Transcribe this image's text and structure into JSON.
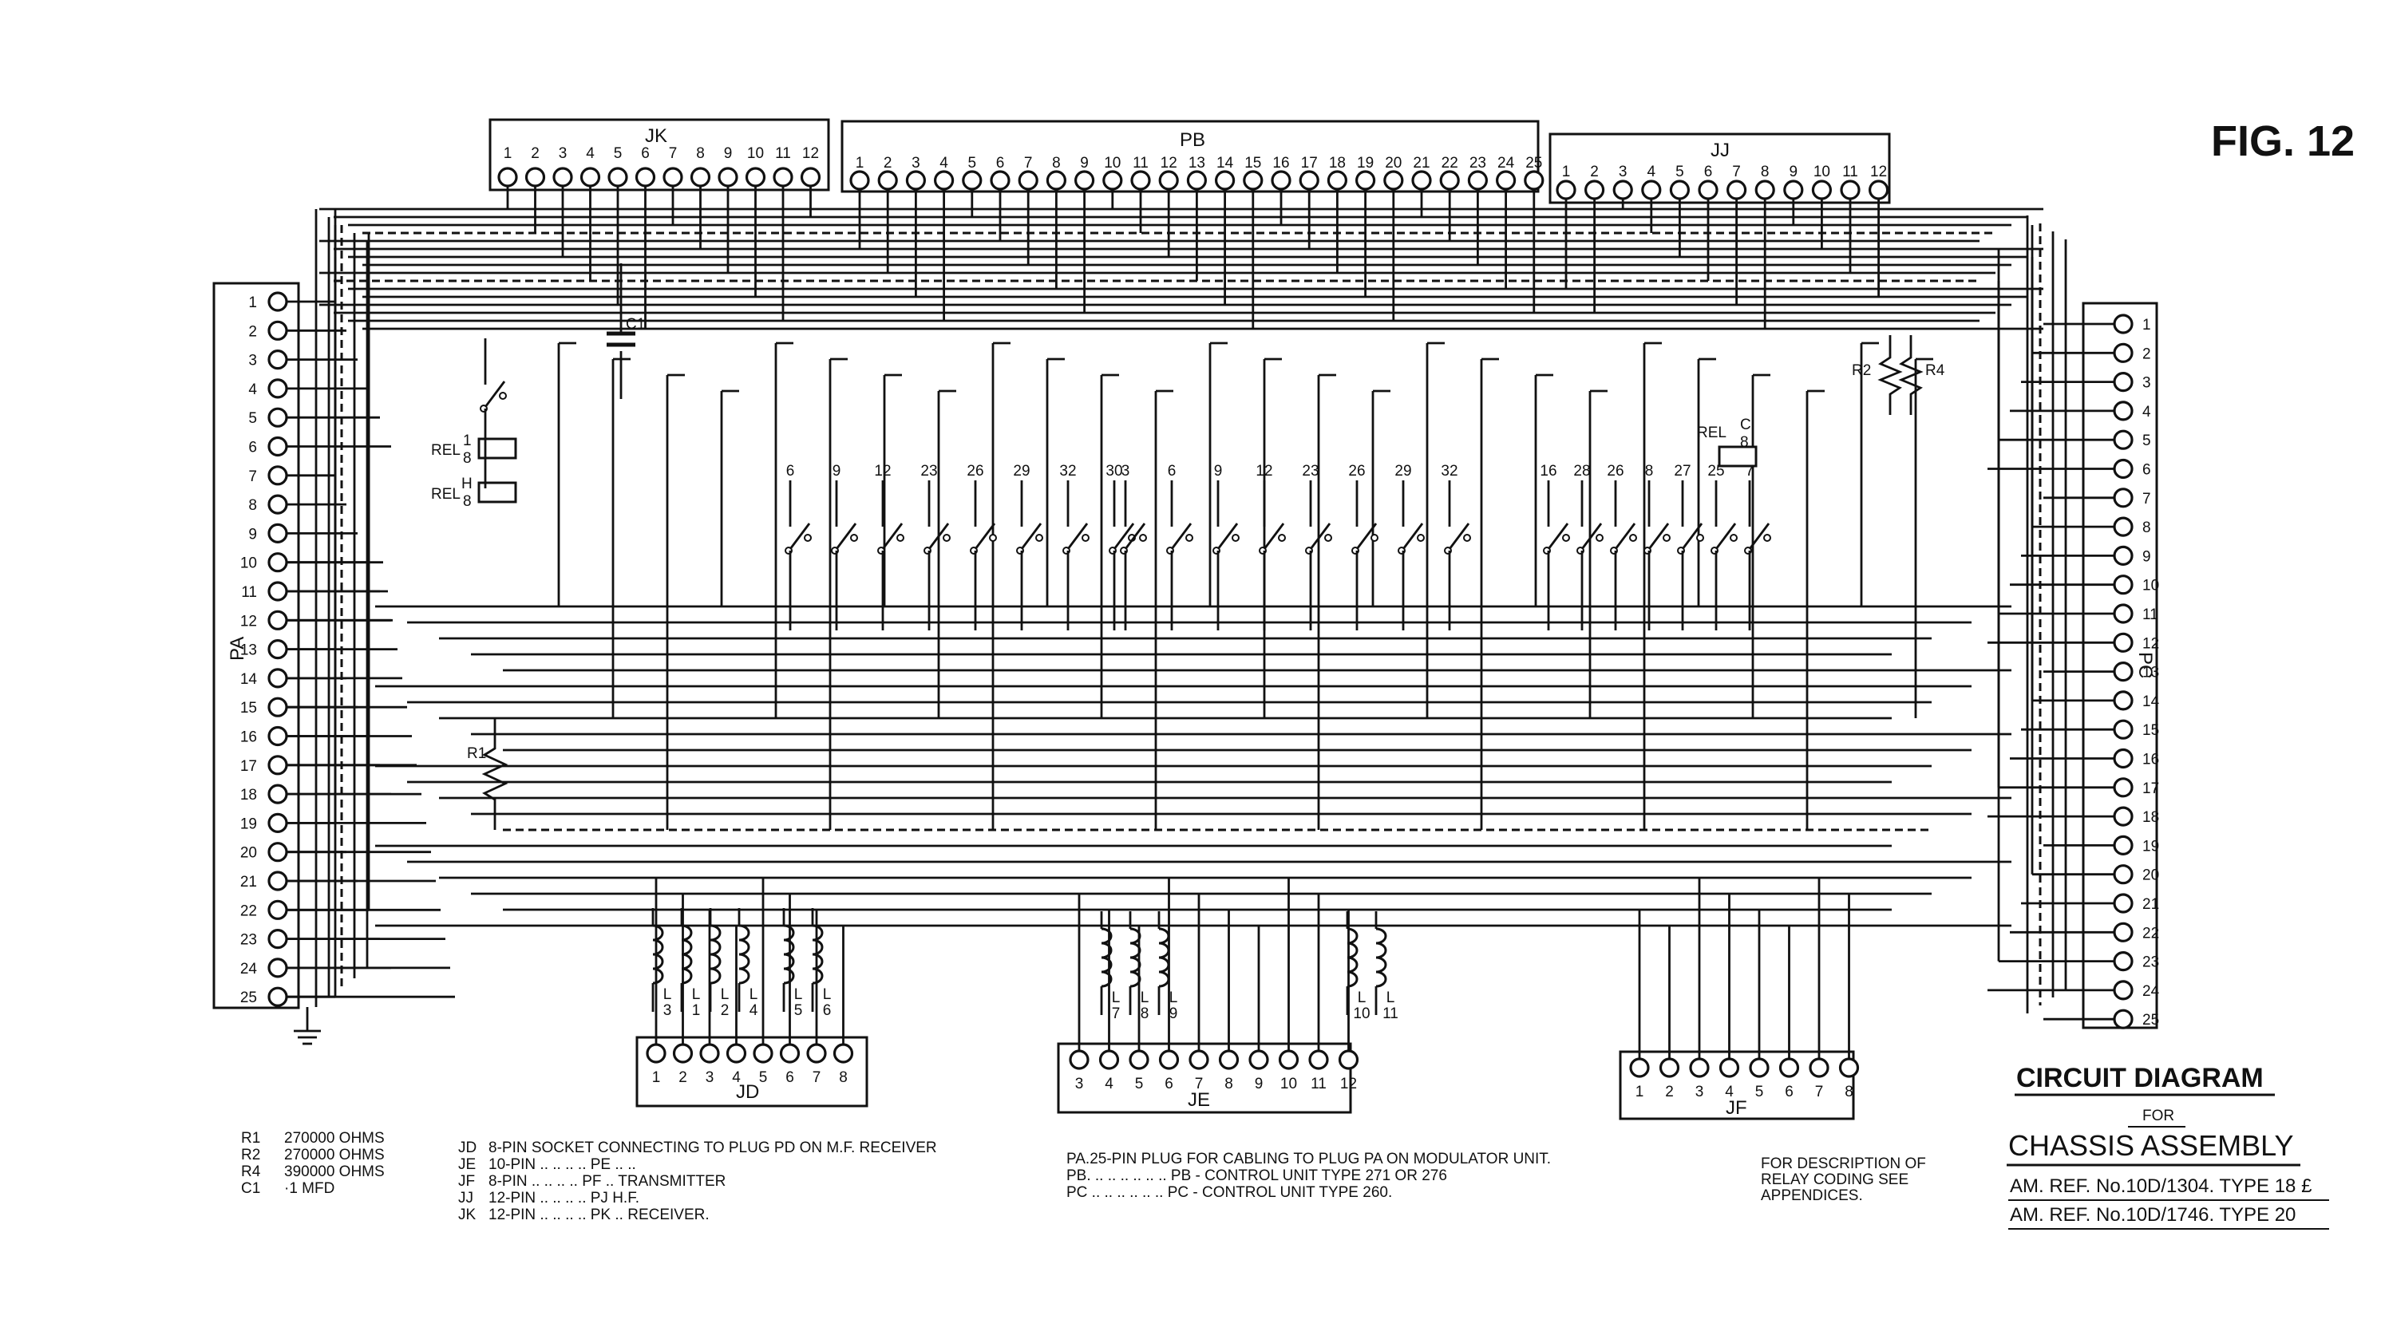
{
  "fig_label": "FIG. 12",
  "connectors": {
    "JK": {
      "name": "JK",
      "pins": [
        "1",
        "2",
        "3",
        "4",
        "5",
        "6",
        "7",
        "8",
        "9",
        "10",
        "11",
        "12"
      ]
    },
    "PB": {
      "name": "PB",
      "pins": [
        "1",
        "2",
        "3",
        "4",
        "5",
        "6",
        "7",
        "8",
        "9",
        "10",
        "11",
        "12",
        "13",
        "14",
        "15",
        "16",
        "17",
        "18",
        "19",
        "20",
        "21",
        "22",
        "23",
        "24",
        "25"
      ]
    },
    "JJ": {
      "name": "JJ",
      "pins": [
        "1",
        "2",
        "3",
        "4",
        "5",
        "6",
        "7",
        "8",
        "9",
        "10",
        "11",
        "12"
      ]
    },
    "PA": {
      "name": "PA",
      "pins": [
        "1",
        "2",
        "3",
        "4",
        "5",
        "6",
        "7",
        "8",
        "9",
        "10",
        "11",
        "12",
        "13",
        "14",
        "15",
        "16",
        "17",
        "18",
        "19",
        "20",
        "21",
        "22",
        "23",
        "24",
        "25"
      ]
    },
    "PC": {
      "name": "PC",
      "pins": [
        "1",
        "2",
        "3",
        "4",
        "5",
        "6",
        "7",
        "8",
        "9",
        "10",
        "11",
        "12",
        "13",
        "14",
        "15",
        "16",
        "17",
        "18",
        "19",
        "20",
        "21",
        "22",
        "23",
        "24",
        "25"
      ]
    },
    "JD": {
      "name": "JD",
      "pins": [
        "1",
        "2",
        "3",
        "4",
        "5",
        "6",
        "7",
        "8"
      ]
    },
    "JE": {
      "name": "JE",
      "pins": [
        "3",
        "4",
        "5",
        "6",
        "7",
        "8",
        "9",
        "10",
        "11",
        "12"
      ]
    },
    "JF": {
      "name": "JF",
      "pins": [
        "1",
        "2",
        "3",
        "4",
        "5",
        "6",
        "7",
        "8"
      ]
    }
  },
  "components": {
    "c1": "C1",
    "r1": "R1",
    "r2": "R2",
    "r4": "R4",
    "rel_a": "REL",
    "rel_a_frac": [
      "1",
      "8"
    ],
    "rel_b": "REL",
    "rel_b_frac": [
      "H",
      "8"
    ],
    "rel_c": "REL",
    "rel_c_frac": [
      "C",
      "8"
    ],
    "coils_jd": [
      [
        "L",
        "3"
      ],
      [
        "L",
        "1"
      ],
      [
        "L",
        "2"
      ],
      [
        "L",
        "4"
      ],
      [
        "L",
        "5"
      ],
      [
        "L",
        "6"
      ]
    ],
    "coils_je": [
      [
        "L",
        "7"
      ],
      [
        "L",
        "8"
      ],
      [
        "L",
        "9"
      ],
      [
        "L",
        "10"
      ],
      [
        "L",
        "11"
      ]
    ],
    "contact_tags_c": [
      "6",
      "9",
      "12",
      "23",
      "26",
      "29",
      "32",
      "30"
    ],
    "contact_tags_h": [
      "3",
      "6",
      "9",
      "12",
      "23",
      "26",
      "29",
      "32"
    ],
    "contact_tags_right": [
      "16",
      "28",
      "26",
      "8",
      "27",
      "25",
      "7"
    ]
  },
  "notes": {
    "resistors": [
      {
        "ref": "R1",
        "value": "270000 OHMS"
      },
      {
        "ref": "R2",
        "value": "270000 OHMS"
      },
      {
        "ref": "R4",
        "value": "390000 OHMS"
      },
      {
        "ref": "C1",
        "value": "·1 MFD"
      }
    ],
    "sockets": [
      {
        "ref": "JD",
        "text": "8-PIN SOCKET CONNECTING TO PLUG PD ON M.F. RECEIVER"
      },
      {
        "ref": "JE",
        "text": "10-PIN   ..    ..   ..   ..  PE  ..   .."
      },
      {
        "ref": "JF",
        "text": "8-PIN   ..    ..   ..   ..  PF  ..   TRANSMITTER"
      },
      {
        "ref": "JJ",
        "text": "12-PIN   ..    ..   ..   ..  PJ  H.F."
      },
      {
        "ref": "JK",
        "text": "12-PIN   ..    ..   ..   ..  PK  ..   RECEIVER."
      }
    ],
    "plugs": [
      "PA.25-PIN PLUG FOR CABLING TO PLUG  PA ON MODULATOR UNIT.",
      "PB.   ..    ..    ..    ..    ..    ..   PB  -  CONTROL UNIT TYPE 271 OR 276",
      "PC    ..    ..    ..    ..    ..    ..   PC  -  CONTROL UNIT TYPE 260."
    ],
    "relay_note": [
      "FOR DESCRIPTION OF",
      "RELAY CODING SEE",
      "APPENDICES."
    ]
  },
  "title_block": {
    "title": "CIRCUIT DIAGRAM",
    "for": "FOR",
    "subtitle": "CHASSIS ASSEMBLY",
    "refs": [
      "AM. REF. No.10D/1304.  TYPE 18 £",
      "AM. REF. No.10D/1746.  TYPE 20"
    ]
  }
}
